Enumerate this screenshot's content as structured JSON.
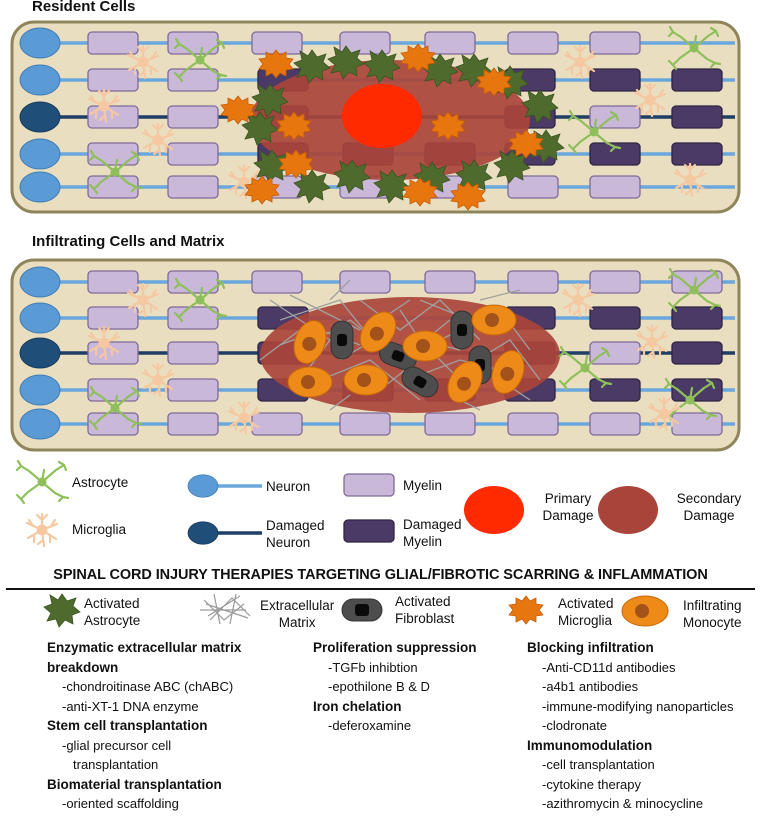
{
  "panels": {
    "resident": {
      "title": "Resident Cells"
    },
    "infiltrating": {
      "title": "Infiltrating Cells and Matrix"
    }
  },
  "legend": {
    "astrocyte": "Astrocyte",
    "microglia": "Microglia",
    "neuron": "Neuron",
    "damaged_neuron": [
      "Damaged",
      "Neuron"
    ],
    "myelin": "Myelin",
    "damaged_myelin": [
      "Damaged",
      "Myelin"
    ],
    "primary_damage": [
      "Primary",
      "Damage"
    ],
    "secondary_damage": [
      "Secondary",
      "Damage"
    ]
  },
  "therapies": {
    "title": "SPINAL CORD INJURY THERAPIES TARGETING GLIAL/FIBROTIC SCARRING & INFLAMMATION",
    "legend": {
      "activated_astrocyte": [
        "Activated",
        "Astrocyte"
      ],
      "extracellular_matrix": [
        "Extracellular",
        "Matrix"
      ],
      "activated_fibroblast": [
        "Activated",
        "Fibroblast"
      ],
      "activated_microglia": [
        "Activated",
        "Microglia"
      ],
      "infiltrating_monocyte": [
        "Infiltrating",
        "Monocyte"
      ]
    },
    "col1": {
      "h1": [
        "Enzymatic extracellular matrix",
        "breakdown"
      ],
      "i1": [
        "-chondroitinase ABC (chABC)",
        "-anti-XT-1 DNA enzyme"
      ],
      "h2": "Stem cell transplantation",
      "i2": [
        "-glial precursor cell",
        "transplantation"
      ],
      "h3": "Biomaterial transplantation",
      "i3": [
        "-oriented scaffolding"
      ]
    },
    "col2": {
      "h1": "Proliferation suppression",
      "i1": [
        "-TGFb inhibtion",
        "-epothilone B & D"
      ],
      "h2": "Iron chelation",
      "i2": [
        "-deferoxamine"
      ]
    },
    "col3": {
      "h1": "Blocking infiltration",
      "i1": [
        "-Anti-CD11d antibodies",
        "-a4b1 antibodies",
        "-immune-modifying nanoparticles",
        "-clodronate"
      ],
      "h2": "Immunomodulation",
      "i2": [
        "-cell transplantation",
        "-cytokine therapy",
        "-azithromycin & minocycline"
      ]
    }
  },
  "colors": {
    "tissue": "#e9dfc0",
    "tissue_border": "#8f845a",
    "neuron": "#5b9bd5",
    "axon": "#6aa7dc",
    "damaged_neuron": "#1f4e79",
    "damaged_axon": "#1f3f66",
    "myelin": "#c9b8d8",
    "damaged_myelin": "#4b3a66",
    "primary_damage": "#ff2a00",
    "secondary_damage": "#a9443b",
    "astrocyte": "#8fbf5a",
    "microglia": "#f6c8a2",
    "activated_astrocyte": "#4e6b2d",
    "activated_microglia": "#e8760f",
    "fibroblast": "#4d4d4d",
    "monocyte": "#ee8a18",
    "monocyte_nucleus": "#a3521a"
  }
}
